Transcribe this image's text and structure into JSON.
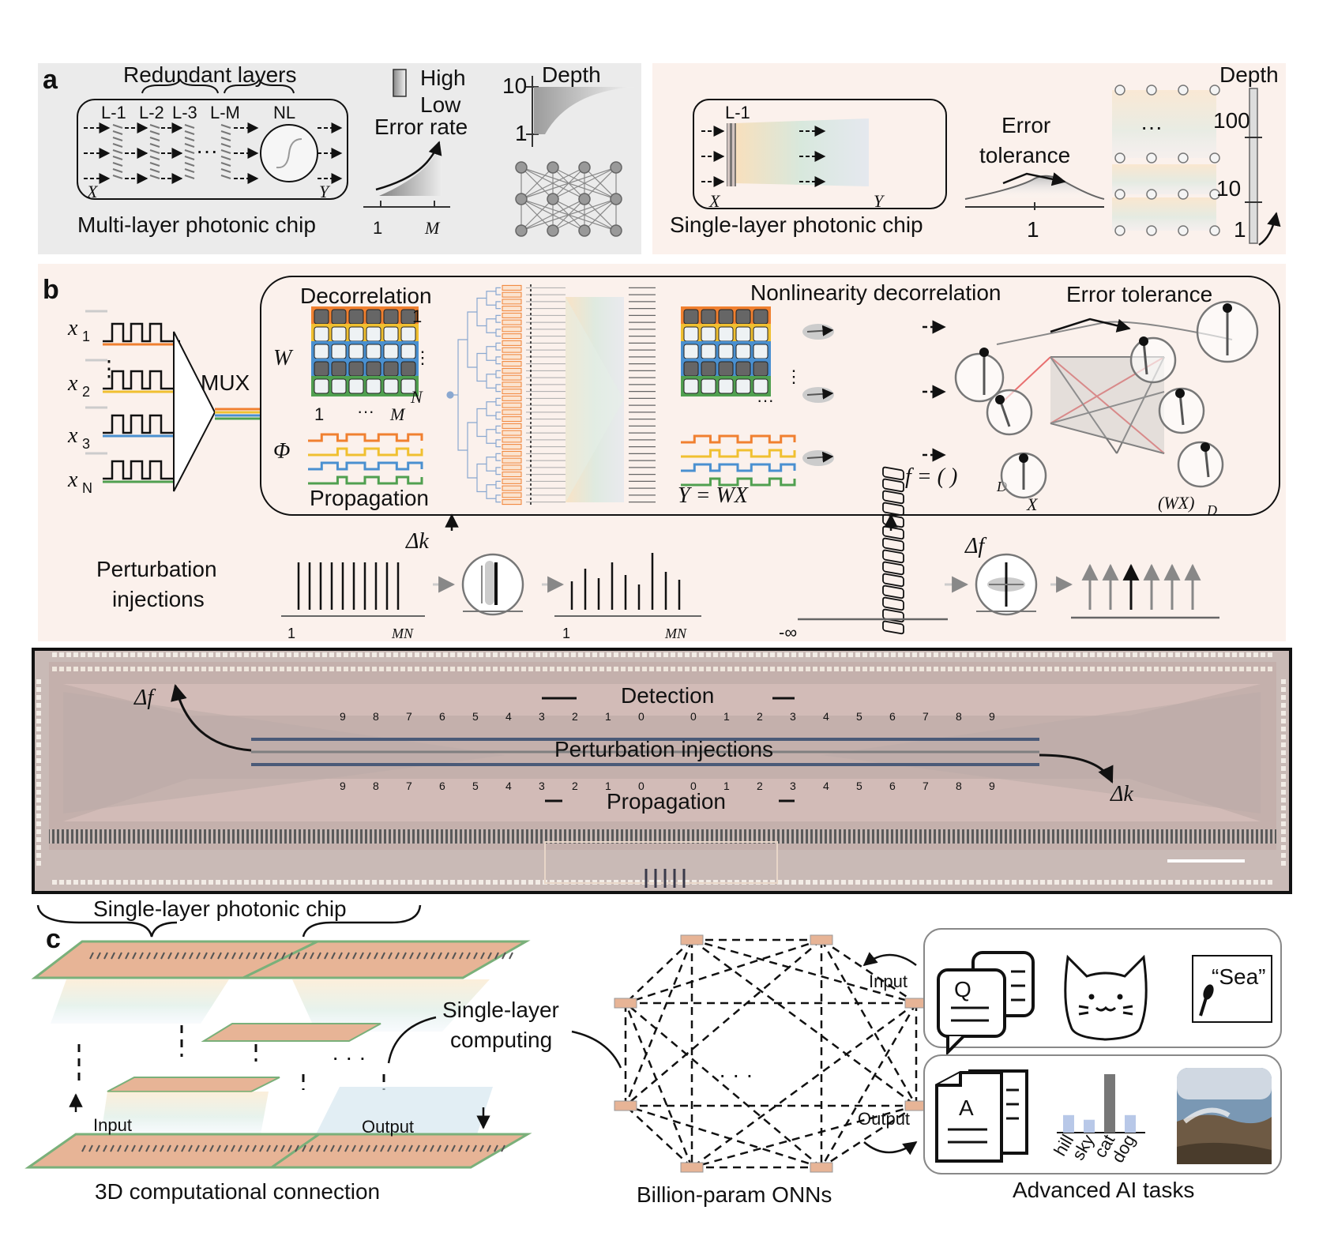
{
  "panel_labels": {
    "a": "a",
    "b": "b",
    "c": "c"
  },
  "a_left": {
    "redundant": "Redundant layers",
    "layers": [
      "L-1",
      "L-2",
      "L-3",
      "L-M"
    ],
    "dots": "···",
    "nl": "NL",
    "x": "X",
    "y": "Y",
    "caption": "Multi-layer photonic chip",
    "legend_high": "High",
    "legend_low": "Low",
    "error_rate": "Error rate",
    "axis_1": "1",
    "axis_m": "M",
    "depth": "Depth",
    "d10": "10",
    "d1": "1"
  },
  "a_right": {
    "l1": "L-1",
    "x": "X",
    "y": "Y",
    "caption": "Single-layer photonic chip",
    "error1": "Error",
    "error2": "tolerance",
    "axis_1": "1",
    "depth": "Depth",
    "d100": "100",
    "d10": "10",
    "d1": "1",
    "dots": "···"
  },
  "b": {
    "inputs": [
      "x",
      "x",
      "x",
      "x"
    ],
    "subs": [
      "1",
      "2",
      "3",
      "N"
    ],
    "vdots": "⋮",
    "mux": "MUX",
    "decorrelation": "Decorrelation",
    "w": "W",
    "phi": "Φ",
    "m_1": "1",
    "m_dots": "···",
    "m_M": "M",
    "r_1": "1",
    "r_vd": "⋮",
    "r_N": "N",
    "propagation": "Propagation",
    "nonlin": "Nonlinearity decorrelation",
    "y_eq": "Y = WX",
    "f_eq": "f = (    )",
    "f_sub": "D",
    "err_tol": "Error tolerance",
    "X": "X",
    "wx": "(WX)",
    "wx_sub": "D",
    "pert1": "Perturbation",
    "pert2": "injections",
    "dk": "Δk",
    "df": "Δf",
    "ax1": "1",
    "axMN": "MN",
    "ax1b": "1",
    "axMNb": "MN",
    "neg_inf": "-∞"
  },
  "chip": {
    "detection": "Detection",
    "pert": "Perturbation injections",
    "propagation": "Propagation",
    "df": "Δf",
    "dk": "Δk",
    "digits_top": [
      "9",
      "8",
      "7",
      "6",
      "5",
      "4",
      "3",
      "2",
      "1",
      "0",
      "0",
      "1",
      "2",
      "3",
      "4",
      "5",
      "6",
      "7",
      "8",
      "9"
    ]
  },
  "c": {
    "brace_label": "Single-layer photonic chip",
    "input": "Input",
    "output": "Output",
    "dots": "· · ·",
    "caption": "3D computational connection",
    "single1": "Single-layer",
    "single2": "computing",
    "onn": "Billion-param ONNs",
    "net_dots": "· · ·",
    "in_arrow": "Input",
    "out_arrow": "Output",
    "q": "Q",
    "a": "A",
    "sea": "“Sea”",
    "bars": [
      "hill",
      "sky",
      "cat",
      "dog"
    ],
    "tasks": "Advanced AI tasks"
  },
  "chart_data": {
    "type": "bar",
    "categories": [
      "hill",
      "sky",
      "cat",
      "dog"
    ],
    "values": [
      0.3,
      0.22,
      1.0,
      0.3
    ],
    "xlabel": "",
    "ylabel": "",
    "ylim": [
      0,
      1
    ]
  },
  "colors": {
    "panel_a_left": "#ebebeb",
    "panel_a_right": "#fbf1ec",
    "panel_b": "#fbf1ec",
    "orange": "#f08030",
    "yellow": "#f0c030",
    "blue": "#4a90d0",
    "green": "#50a050",
    "red": "#e86060",
    "chip_bg": "#c9bab6"
  }
}
